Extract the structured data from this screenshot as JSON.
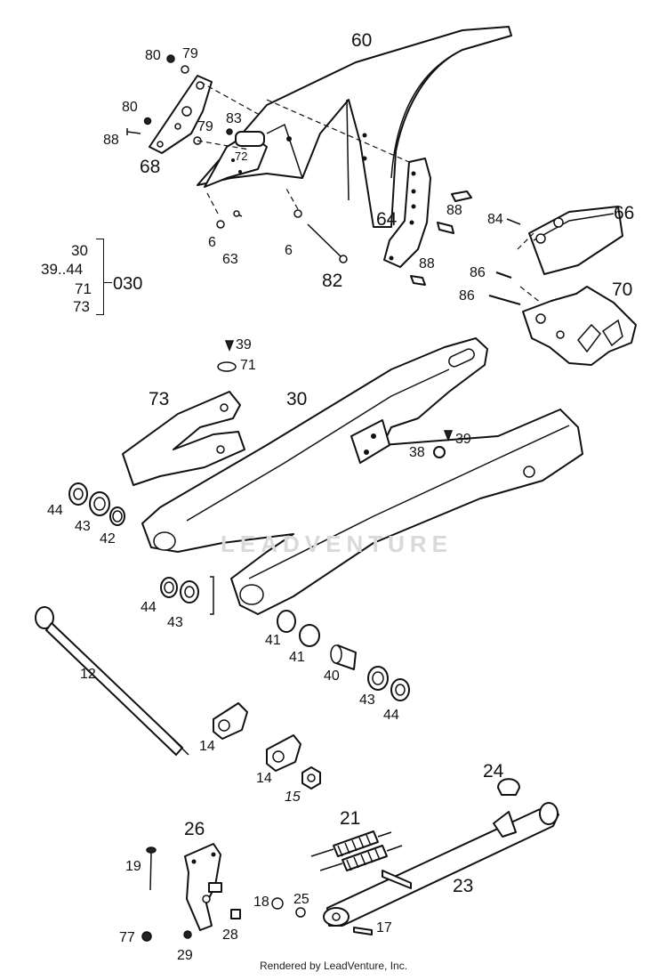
{
  "callouts": {
    "c60": "60",
    "c80a": "80",
    "c79a": "79",
    "c80b": "80",
    "c79b": "79",
    "c83": "83",
    "c88a": "88",
    "c72": "72",
    "c68": "68",
    "c6a": "6",
    "c63": "63",
    "c6b": "6",
    "c82": "82",
    "c64": "64",
    "c88b": "88",
    "c88c": "88",
    "c66": "66",
    "c84": "84",
    "c86a": "86",
    "c86b": "86",
    "c70": "70",
    "c39a": "39",
    "c71": "71",
    "c73": "73",
    "c30": "30",
    "c38": "38",
    "c39b": "39",
    "c44a": "44",
    "c43a": "43",
    "c42": "42",
    "c44b": "44",
    "c43b": "43",
    "c12": "12",
    "c41a": "41",
    "c41b": "41",
    "c40": "40",
    "c43c": "43",
    "c44c": "44",
    "c14a": "14",
    "c14b": "14",
    "c15": "15",
    "c24": "24",
    "c21": "21",
    "c26": "26",
    "c19": "19",
    "c23": "23",
    "c18": "18",
    "c25": "25",
    "c28": "28",
    "c77": "77",
    "c29": "29",
    "c17": "17"
  },
  "group": {
    "items": [
      "30",
      "39..44",
      "71",
      "73"
    ],
    "code": "030"
  },
  "watermark": "LEADVENTURE",
  "footer": "Rendered by LeadVenture, Inc."
}
